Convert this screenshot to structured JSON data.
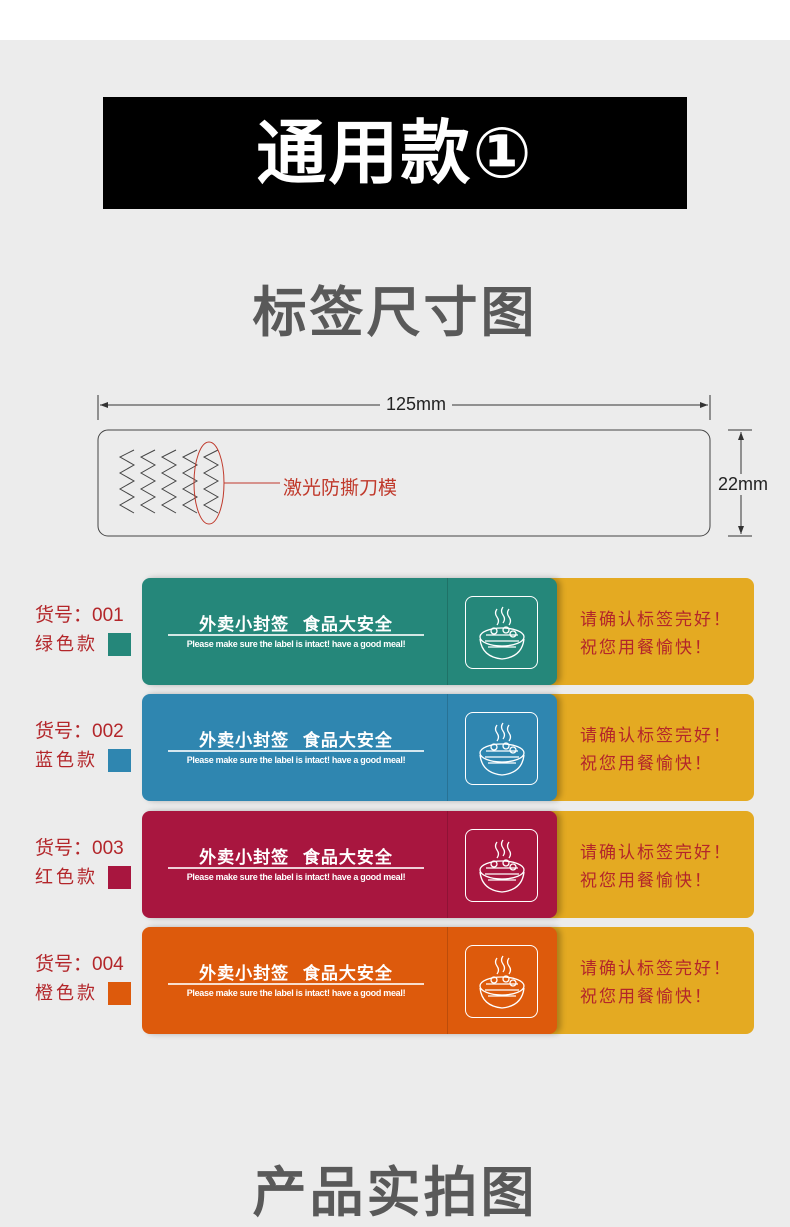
{
  "banner": {
    "title": "通用款①"
  },
  "section": {
    "title": "标签尺寸图"
  },
  "diagram": {
    "width_label": "125mm",
    "height_label": "22mm",
    "feature_label": "激光防撕刀模",
    "feature_color": "#c0392b"
  },
  "accent_yellow": "#e4aa22",
  "variants": [
    {
      "code_label": "货号：",
      "code": "001",
      "color_name": "绿色款",
      "color": "#25877a",
      "title": "外卖小封签  食品大安全",
      "subtitle": "Please make sure the label is intact! have a good meal!",
      "icon": "food-bowl-icon",
      "msg1": "请确认标签完好！",
      "msg2": "祝您用餐愉快！"
    },
    {
      "code_label": "货号：",
      "code": "002",
      "color_name": "蓝色款",
      "color": "#2f86b0",
      "title": "外卖小封签  食品大安全",
      "subtitle": "Please make sure the label is intact! have a good meal!",
      "icon": "food-bowl-icon",
      "msg1": "请确认标签完好！",
      "msg2": "祝您用餐愉快！"
    },
    {
      "code_label": "货号：",
      "code": "003",
      "color_name": "红色款",
      "color": "#a8163f",
      "title": "外卖小封签  食品大安全",
      "subtitle": "Please make sure the label is intact! have a good meal!",
      "icon": "food-bowl-icon",
      "msg1": "请确认标签完好！",
      "msg2": "祝您用餐愉快！"
    },
    {
      "code_label": "货号：",
      "code": "004",
      "color_name": "橙色款",
      "color": "#dd5a0c",
      "title": "外卖小封签  食品大安全",
      "subtitle": "Please make sure the label is intact! have a good meal!",
      "icon": "food-bowl-icon",
      "msg1": "请确认标签完好！",
      "msg2": "祝您用餐愉快！"
    }
  ],
  "next_section": {
    "title": "产品实拍图"
  }
}
